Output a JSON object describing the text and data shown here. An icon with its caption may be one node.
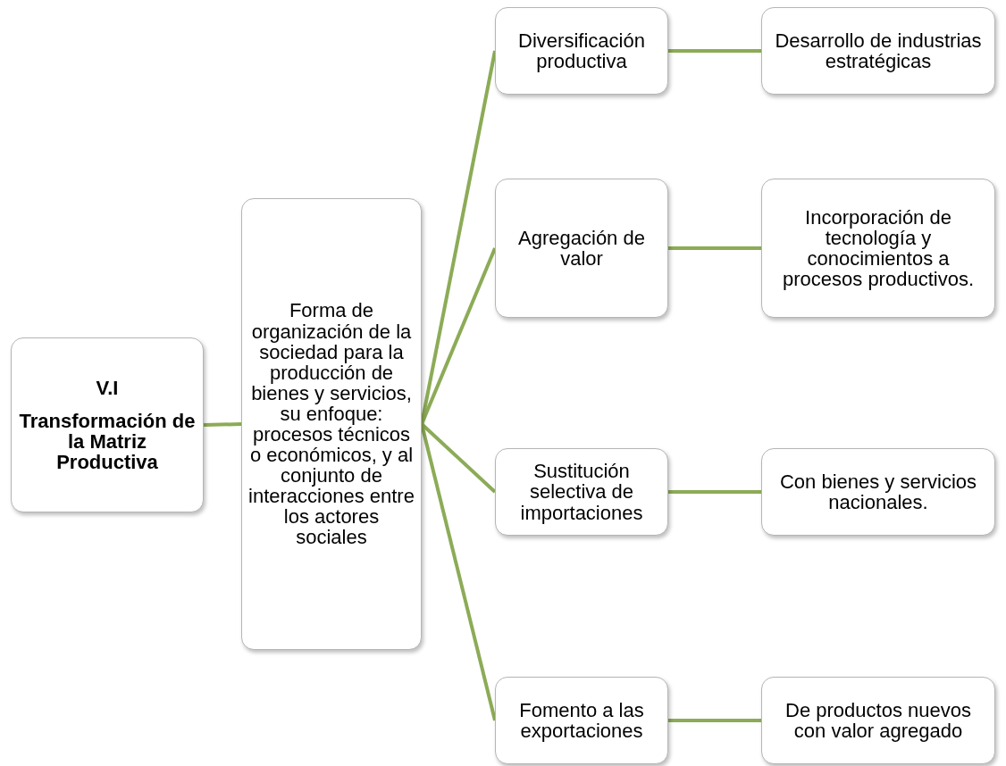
{
  "diagram": {
    "nodes": [
      {
        "text": [
          "V.I",
          "Transformación de la Matriz Productiva"
        ]
      },
      {
        "text": [
          "Forma de organización de la sociedad para la producción de bienes y servicios, su enfoque: procesos técnicos o económicos, y al conjunto de interacciones entre los actores sociales"
        ]
      },
      {
        "text": [
          "Diversificación productiva"
        ]
      },
      {
        "text": [
          "Desarrollo de industrias estratégicas"
        ]
      },
      {
        "text": [
          "Agregación de valor"
        ]
      },
      {
        "text": [
          "Incorporación de tecnología y conocimientos a procesos productivos."
        ]
      },
      {
        "text": [
          "Sustitución selectiva de importaciones"
        ]
      },
      {
        "text": [
          "Con bienes y servicios nacionales."
        ]
      },
      {
        "text": [
          "Fomento a las exportaciones"
        ]
      },
      {
        "text": [
          "De productos nuevos con valor agregado"
        ]
      }
    ],
    "edges": [
      {
        "from": 0,
        "to": 1,
        "arrow": "none"
      },
      {
        "from": 1,
        "to": 2,
        "arrow": "none"
      },
      {
        "from": 1,
        "to": 4,
        "arrow": "none"
      },
      {
        "from": 1,
        "to": 6,
        "arrow": "none"
      },
      {
        "from": 1,
        "to": 8,
        "arrow": "none"
      },
      {
        "from": 2,
        "to": 3,
        "arrow": "none"
      },
      {
        "from": 4,
        "to": 5,
        "arrow": "none"
      },
      {
        "from": 6,
        "to": 7,
        "arrow": "none"
      },
      {
        "from": 8,
        "to": 9,
        "arrow": "none"
      }
    ]
  }
}
